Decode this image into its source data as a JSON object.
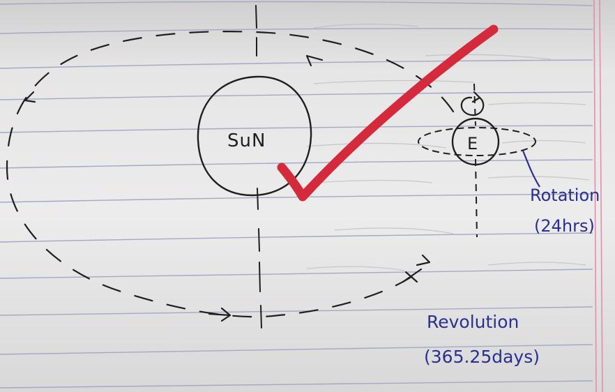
{
  "diagram": {
    "sun_label": "SuN",
    "earth_label": "E",
    "rotation_label": "Rotation",
    "rotation_period": "(24hrs)",
    "revolution_label": "Revolution",
    "revolution_period": "(365.25days)"
  },
  "colors": {
    "pencil": "#1e1e1e",
    "blue_ink": "#2b2f8f",
    "check_mark": "#d42a3c",
    "notebook_line": "#9aa3c4",
    "margin_line": "#e08aa8"
  }
}
